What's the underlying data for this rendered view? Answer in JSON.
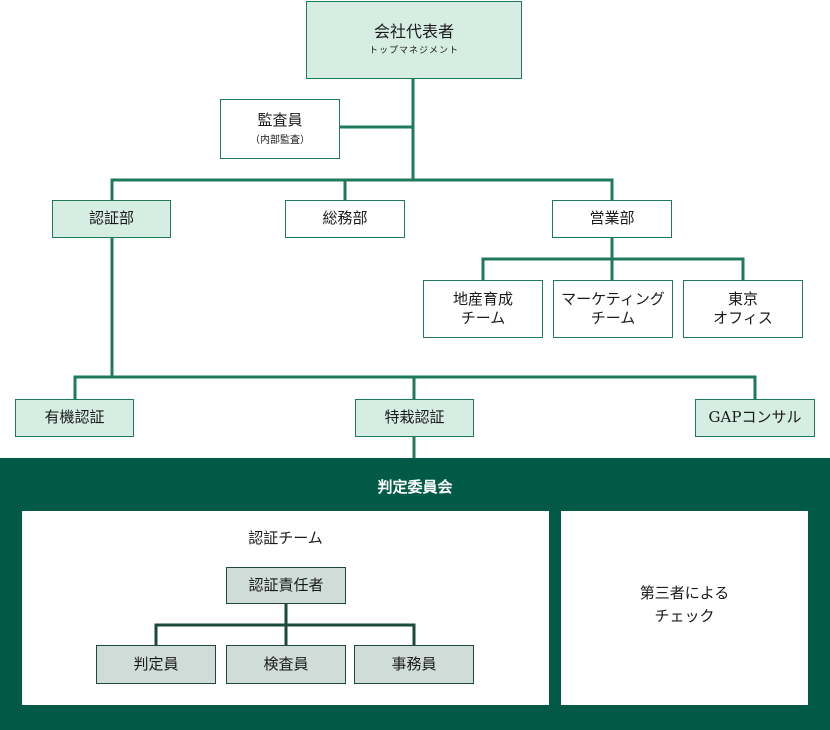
{
  "top": {
    "title": "会社代表者",
    "subtitle": "トップマネジメント"
  },
  "auditor": {
    "title": "監査員",
    "subtitle": "（内部監査）"
  },
  "departments": {
    "certification": "認証部",
    "general_affairs": "総務部",
    "sales": "営業部"
  },
  "sales_teams": {
    "local_dev": [
      "地産育成",
      "チーム"
    ],
    "marketing": [
      "マーケティング",
      "チーム"
    ],
    "tokyo": [
      "東京",
      "オフィス"
    ]
  },
  "cert_units": {
    "organic": "有機認証",
    "special": "特栽認証",
    "gap": "GAPコンサル"
  },
  "committee": {
    "title": "判定委員会",
    "team_label": "認証チーム",
    "lead": "認証責任者",
    "members": [
      "判定員",
      "検査員",
      "事務員"
    ],
    "third_party": [
      "第三者による",
      "チェック"
    ]
  },
  "colors": {
    "line": "#1f7a58",
    "box_fill": "#d6ede3",
    "panel": "#005a45",
    "member_fill": "#cfdcd7"
  }
}
